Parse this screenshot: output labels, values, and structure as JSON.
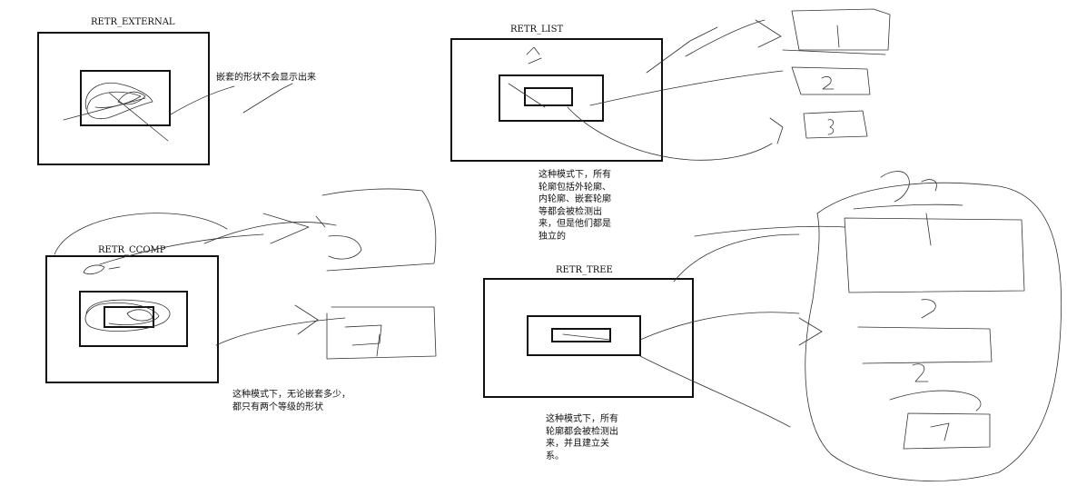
{
  "panels": {
    "external": {
      "title": "RETR_EXTERNAL",
      "note": "嵌套的形状不会显示出来"
    },
    "list": {
      "title": "RETR_LIST",
      "note": "这种模式下，所有\n轮廓包括外轮廓、\n内轮廓、嵌套轮廓\n等都会被检测出\n来，但是他们都是\n独立的"
    },
    "ccomp": {
      "title": "RETR_CCOMP",
      "note": "这种模式下，无论嵌套多少，\n都只有两个等级的形状"
    },
    "tree": {
      "title": "RETR_TREE",
      "note": "这种模式下，所有\n轮廓都会被检测出\n来，并且建立关\n系。"
    }
  },
  "colors": {
    "ink": "#111111",
    "background": "#ffffff"
  }
}
